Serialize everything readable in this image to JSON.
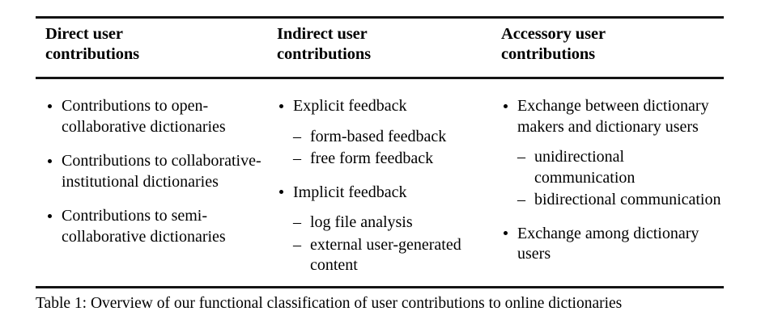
{
  "figure": {
    "caption": "Table 1: Overview of our functional classification of user contributions to online dictionaries",
    "rule_color": "#141414",
    "text_color": "#000000",
    "background": "#ffffff",
    "bullet_marker": "•",
    "subbullet_marker": "–"
  },
  "columns": [
    {
      "title": "Direct user\ncontributions",
      "items": [
        {
          "text": "Contributions to open-collaborative dictionaries",
          "subitems": []
        },
        {
          "text": "Contributions to collaborative-institutional dictionaries",
          "subitems": []
        },
        {
          "text": "Contributions to semi-collaborative dictionaries",
          "subitems": []
        }
      ]
    },
    {
      "title": "Indirect user\ncontributions",
      "items": [
        {
          "text": "Explicit feedback",
          "subitems": [
            {
              "text": "form-based feedback"
            },
            {
              "text": "free form feedback"
            }
          ]
        },
        {
          "text": "Implicit feedback",
          "subitems": [
            {
              "text": "log file analysis"
            },
            {
              "text": "external user-generated content"
            }
          ]
        }
      ]
    },
    {
      "title": "Accessory user\ncontributions",
      "items": [
        {
          "text": "Exchange between dictionary makers and dictionary users",
          "subitems": [
            {
              "text": "unidirectional communication"
            },
            {
              "text": "bidirectional communication"
            }
          ]
        },
        {
          "text": "Exchange among dictionary users",
          "subitems": []
        }
      ]
    }
  ]
}
